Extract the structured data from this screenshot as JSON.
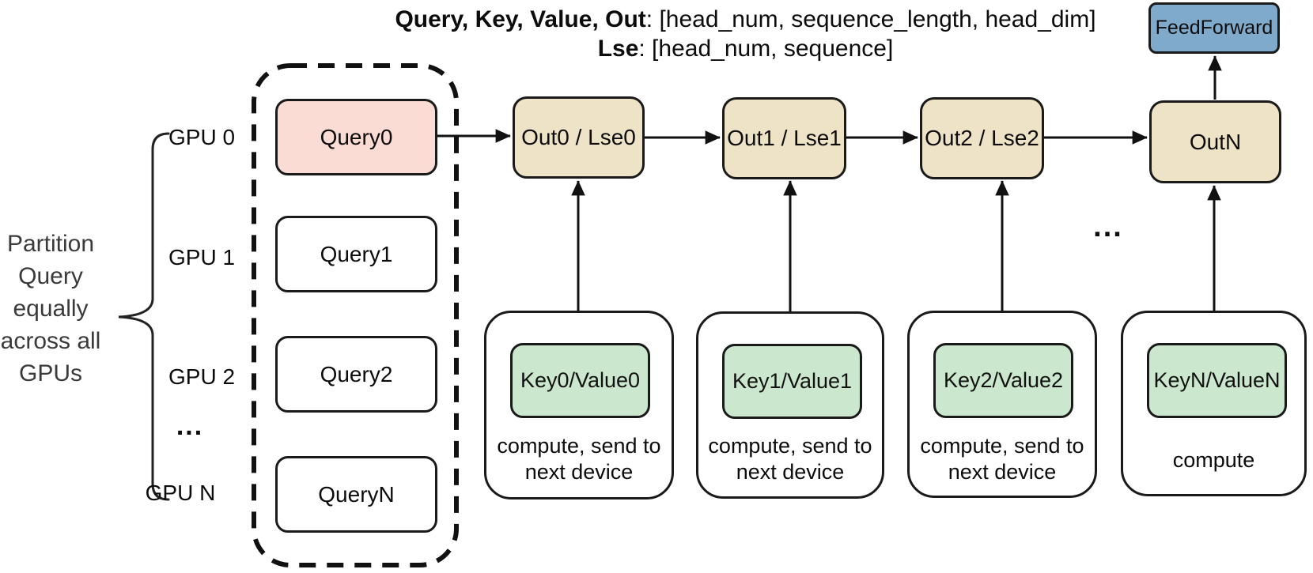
{
  "header": {
    "line1_bold": "Query, Key, Value, Out",
    "line1_rest": ": [head_num, sequence_length, head_dim]",
    "line2_bold": "Lse",
    "line2_rest": ": [head_num, sequence]"
  },
  "left_note": {
    "text": "Partition Query equally across all GPUs",
    "lines": [
      "Partition",
      "Query",
      "equally",
      "across all",
      "GPUs"
    ]
  },
  "gpu_rail": {
    "items": [
      "GPU 0",
      "GPU 1",
      "GPU 2",
      "...",
      "GPU N"
    ]
  },
  "queries": [
    {
      "label": "Query0",
      "highlighted": true
    },
    {
      "label": "Query1",
      "highlighted": false
    },
    {
      "label": "Query2",
      "highlighted": false
    },
    {
      "label": "QueryN",
      "highlighted": false
    }
  ],
  "outputs": [
    {
      "label": "Out0 / Lse0"
    },
    {
      "label": "Out1 / Lse1"
    },
    {
      "label": "Out2 / Lse2"
    },
    {
      "label": "OutN"
    }
  ],
  "kv_groups": [
    {
      "kv_label": "Key0/Value0",
      "caption_line1": "compute, send to",
      "caption_line2": "next device"
    },
    {
      "kv_label": "Key1/Value1",
      "caption_line1": "compute, send to",
      "caption_line2": "next device"
    },
    {
      "kv_label": "Key2/Value2",
      "caption_line1": "compute, send to",
      "caption_line2": "next device"
    },
    {
      "kv_label": "KeyN/ValueN",
      "caption_line1": "compute",
      "caption_line2": ""
    }
  ],
  "feedforward": {
    "label": "FeedForward"
  },
  "ellipsis": {
    "devices": "..."
  },
  "colors": {
    "query_highlight": "#fbdcd5",
    "out_box": "#eee3c6",
    "kv_box": "#cbe7cd",
    "feedforward_box": "#80aacc",
    "stroke": "#111111"
  }
}
